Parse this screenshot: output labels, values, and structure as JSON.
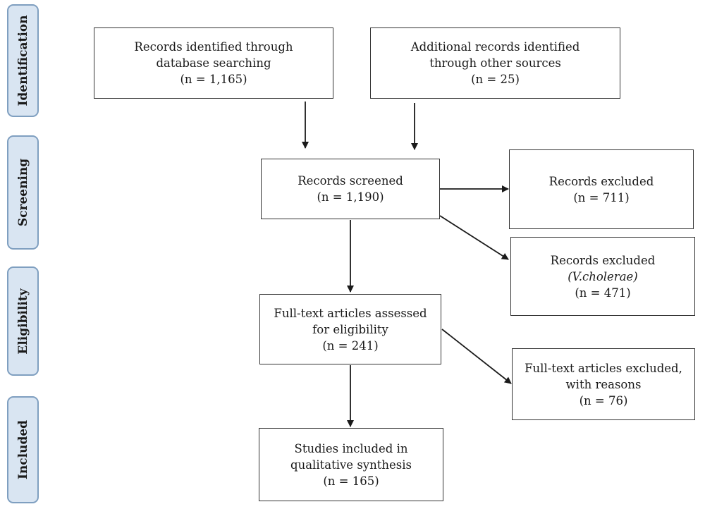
{
  "phases": {
    "identification": "Identification",
    "screening": "Screening",
    "eligibility": "Eligibility",
    "included": "Included"
  },
  "boxes": {
    "database_records": {
      "line1": "Records identified through",
      "line2": "database searching",
      "count": "(n = 1,165)"
    },
    "other_records": {
      "line1": "Additional records identified",
      "line2": "through other sources",
      "count": "(n = 25)"
    },
    "screened": {
      "line1": "Records screened",
      "count": "(n = 1,190)"
    },
    "excluded_1": {
      "line1": "Records excluded",
      "count": "(n = 711)"
    },
    "excluded_2": {
      "line1": "Records excluded",
      "line2": "(V.cholerae)",
      "count": "(n = 471)"
    },
    "fulltext_assessed": {
      "line1": "Full-text articles assessed",
      "line2": "for eligibility",
      "count": "(n = 241)"
    },
    "fulltext_excluded": {
      "line1": "Full-text articles excluded,",
      "line2": "with reasons",
      "count": "(n = 76)"
    },
    "included_studies": {
      "line1": "Studies included in",
      "line2": "qualitative synthesis",
      "count": "(n = 165)"
    }
  }
}
